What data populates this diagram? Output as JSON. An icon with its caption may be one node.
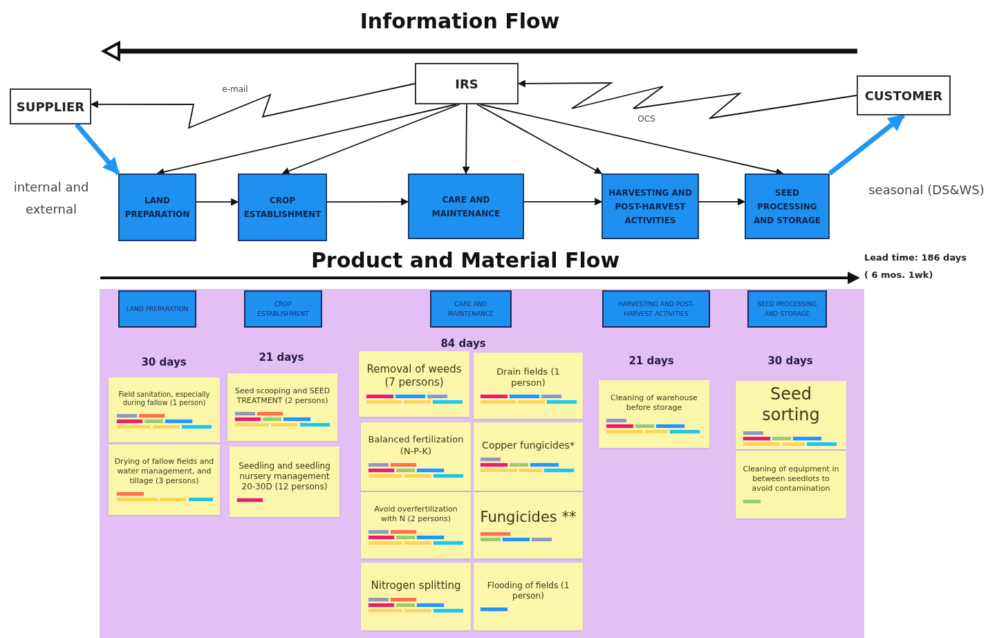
{
  "diagram": {
    "title": "Information Flow",
    "nodes": [
      {
        "text": [
          "IRS"
        ]
      },
      {
        "text": [
          "SUPPLIER"
        ]
      },
      {
        "text": [
          "CUSTOMER"
        ]
      },
      {
        "text": [
          "LAND PREPARATION"
        ]
      },
      {
        "text": [
          "CROP ESTABLISHMENT"
        ]
      },
      {
        "text": [
          "CARE AND MAINTENANCE"
        ]
      },
      {
        "text": [
          "HARVESTING AND POST-HARVEST ACTIVITIES"
        ]
      },
      {
        "text": [
          "SEED PROCESSING AND STORAGE"
        ]
      },
      {
        "text": [],
        "shape": "box"
      },
      {
        "text": [
          "LAND PREPARATION"
        ],
        "in": 8
      },
      {
        "text": [
          "CROP ESTABLISHMENT"
        ],
        "in": 8
      },
      {
        "text": [
          "CARE AND MAINTENANCE"
        ],
        "in": 8
      },
      {
        "text": [
          "HARVESTING AND POST-HARVEST ACTIVITIES"
        ],
        "in": 8
      },
      {
        "text": [
          "SEED PROCESSING AND STORAGE"
        ],
        "in": 8
      },
      {
        "text": [
          "Field sanitation, especially during fallow (1 person)"
        ],
        "in": 8
      },
      {
        "text": [
          "Drying of fallow fields and water management, and tillage (3 persons)"
        ],
        "in": 8
      },
      {
        "text": [
          "Seed scooping and SEED TREATMENT (2 persons)"
        ],
        "in": 8
      },
      {
        "text": [
          "Seedling and seedling nursery management 20-30D (12 persons)"
        ],
        "in": 8
      },
      {
        "text": [
          "Removal of weeds (7 persons)"
        ],
        "in": 8
      },
      {
        "text": [
          "Drain fields (1 person)"
        ],
        "in": 8
      },
      {
        "text": [
          "Balanced fertilization (N-P-K)"
        ],
        "in": 8
      },
      {
        "text": [
          "Copper fungicides*"
        ],
        "in": 8
      },
      {
        "text": [
          "Avoid overfertilization with N (2 persons)"
        ],
        "in": 8
      },
      {
        "text": [
          "Fungicides **"
        ],
        "in": 8
      },
      {
        "text": [
          "Nitrogen splitting"
        ],
        "in": 8
      },
      {
        "text": [
          "Flooding of fields (1 person)"
        ],
        "in": 8
      },
      {
        "text": [
          "Cleaning of warehouse before storage"
        ],
        "in": 8
      },
      {
        "text": [
          "Seed sorting"
        ],
        "in": 8
      },
      {
        "text": [
          "Cleaning of equipment in between seedlots to avoid contamination"
        ],
        "in": 8
      }
    ],
    "edges": [
      {
        "from": 0,
        "to": 1,
        "arrow": "to",
        "label": "e-mail"
      },
      {
        "from": 2,
        "to": 0,
        "arrow": "to",
        "label": "OCS"
      },
      {
        "from": 0,
        "to": 3,
        "arrow": "to"
      },
      {
        "from": 0,
        "to": 4,
        "arrow": "to"
      },
      {
        "from": 0,
        "to": 5,
        "arrow": "to"
      },
      {
        "from": 0,
        "to": 6,
        "arrow": "to"
      },
      {
        "from": 0,
        "to": 7,
        "arrow": "to"
      },
      {
        "from": 3,
        "to": 4,
        "arrow": "to"
      },
      {
        "from": 4,
        "to": 5,
        "arrow": "to"
      },
      {
        "from": 5,
        "to": 6,
        "arrow": "to"
      },
      {
        "from": 6,
        "to": 7,
        "arrow": "to"
      },
      {
        "from": 1,
        "to": 3,
        "arrow": "to",
        "style": "thick",
        "color": "#2196f3"
      },
      {
        "from": 7,
        "to": 2,
        "arrow": "to",
        "style": "thick",
        "color": "#2196f3"
      }
    ],
    "labels": [
      "Product and Material Flow",
      "internal and external",
      "seasonal (DS&WS)",
      "Lead time: 186 days",
      "( 6 mos. 1wk)",
      "30 days",
      "21 days",
      "84 days",
      "21 days",
      "30 days"
    ]
  }
}
